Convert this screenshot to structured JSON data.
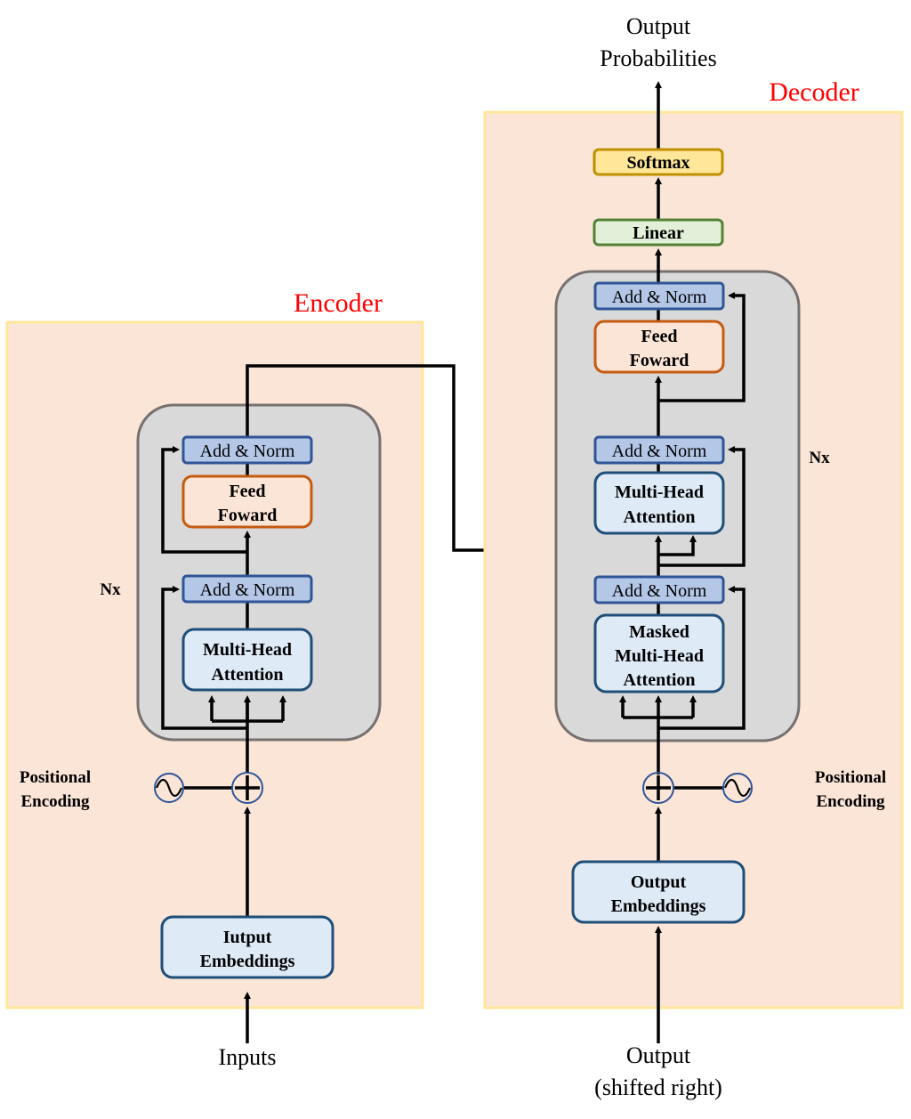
{
  "encoder": {
    "title": "Encoder",
    "repeat_label": "Nx",
    "add_norm_top": "Add & Norm",
    "feed_forward": [
      "Feed",
      "Foward"
    ],
    "add_norm_bottom": "Add & Norm",
    "attention": [
      "Multi-Head",
      "Attention"
    ],
    "positional_encoding": [
      "Positional",
      "Encoding"
    ],
    "embeddings": [
      "Iutput",
      "Embeddings"
    ],
    "input_label": "Inputs"
  },
  "decoder": {
    "title": "Decoder",
    "repeat_label": "Nx",
    "output_label": [
      "Output",
      "Probabilities"
    ],
    "softmax": "Softmax",
    "linear": "Linear",
    "add_norm_top": "Add & Norm",
    "feed_forward": [
      "Feed",
      "Foward"
    ],
    "add_norm_mid": "Add & Norm",
    "attention": [
      "Multi-Head",
      "Attention"
    ],
    "add_norm_bottom": "Add & Norm",
    "masked_attention": [
      "Masked",
      "Multi-Head",
      "Attention"
    ],
    "positional_encoding": [
      "Positional",
      "Encoding"
    ],
    "embeddings": [
      "Output",
      "Embeddings"
    ],
    "input_label": [
      "Output",
      "(shifted right)"
    ]
  },
  "colors": {
    "panel_fill": "#fbe5d6",
    "panel_border": "#ffe699",
    "stack_fill": "#d9d9d9",
    "add_norm": "#b4c7e7",
    "attention": "#deebf7",
    "feed_forward_border": "#c55a11",
    "linear": "#e2f0d9",
    "softmax": "#ffe699",
    "title": "#ff0000"
  }
}
